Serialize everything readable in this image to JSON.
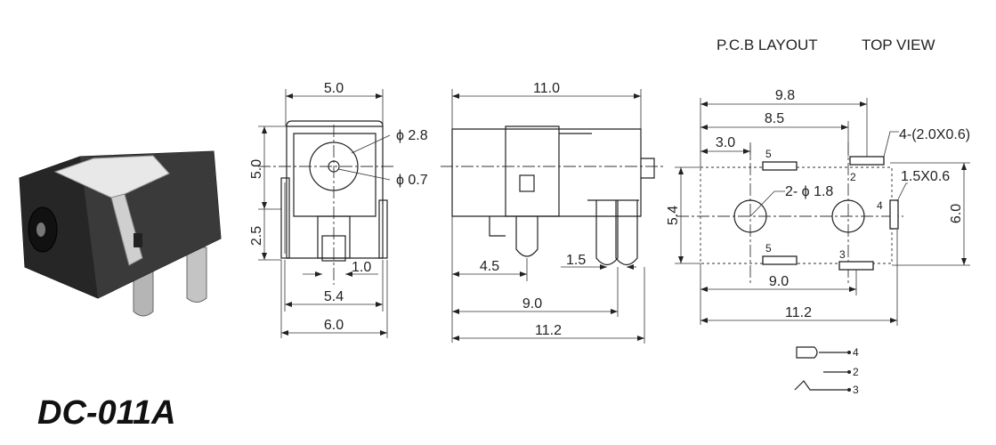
{
  "model": "DC-011A",
  "headings": {
    "pcb_layout": "P.C.B LAYOUT",
    "top_view": "TOP VIEW"
  },
  "front_view": {
    "width_top": "5.0",
    "height": "5.0",
    "hole_outer": "ϕ 2.8",
    "hole_inner": "ϕ 0.7",
    "pin_height": "2.5",
    "pin_width": "1.0",
    "pin_span": "5.4",
    "total_width": "6.0"
  },
  "side_view": {
    "length_top": "11.0",
    "pin_offset": "4.5",
    "pin_gap": "1.5",
    "pin_span": "9.0",
    "total_length": "11.2"
  },
  "pcb": {
    "dim_9_8": "9.8",
    "dim_8_5": "8.5",
    "dim_3_0": "3.0",
    "slot_spec": "4-(2.0X0.6)",
    "hole_spec": "2- ϕ 1.8",
    "pad_spec": "1.5X0.6",
    "height_left": "5.4",
    "height_right": "6.0",
    "span_9_0": "9.0",
    "total_11_2": "11.2",
    "pin_labels": {
      "p5_top": "5",
      "p2": "2",
      "p4": "4",
      "p5_bottom": "5",
      "p3": "3"
    }
  },
  "schematic": {
    "pin_4": "4",
    "pin_2": "2",
    "pin_3": "3"
  }
}
